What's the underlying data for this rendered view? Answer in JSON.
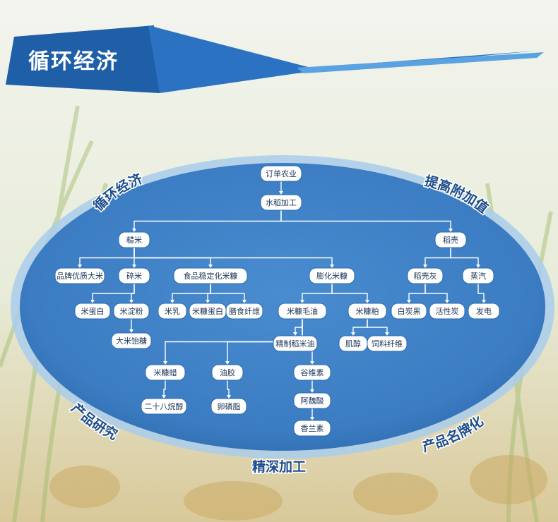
{
  "banner": {
    "title": "循环经济"
  },
  "arc_labels": {
    "top_left": "循环经济",
    "top_right": "提高附加值",
    "bottom_left": "产品研究",
    "bottom_center": "精深加工",
    "bottom_right": "产品名牌化"
  },
  "nodes": [
    {
      "id": "n1",
      "label": "订单农业"
    },
    {
      "id": "n2",
      "label": "水稻加工"
    },
    {
      "id": "n3",
      "label": "糙米"
    },
    {
      "id": "n4",
      "label": "稻壳"
    },
    {
      "id": "n5",
      "label": "品牌优质大米"
    },
    {
      "id": "n6",
      "label": "碎米"
    },
    {
      "id": "n7",
      "label": "食品稳定化米糠"
    },
    {
      "id": "n8",
      "label": "膨化米糠"
    },
    {
      "id": "n9",
      "label": "稻壳灰"
    },
    {
      "id": "n10",
      "label": "蒸汽"
    },
    {
      "id": "n11",
      "label": "米蛋白"
    },
    {
      "id": "n12",
      "label": "米淀粉"
    },
    {
      "id": "n13",
      "label": "米乳"
    },
    {
      "id": "n14",
      "label": "米糠蛋白"
    },
    {
      "id": "n15",
      "label": "膳食纤维"
    },
    {
      "id": "n16",
      "label": "米糠毛油"
    },
    {
      "id": "n17",
      "label": "米糠粕"
    },
    {
      "id": "n18",
      "label": "白炭黑"
    },
    {
      "id": "n19",
      "label": "活性炭"
    },
    {
      "id": "n20",
      "label": "发电"
    },
    {
      "id": "n21",
      "label": "大米饴糖"
    },
    {
      "id": "n22",
      "label": "精制稻米油"
    },
    {
      "id": "n23",
      "label": "肌醇"
    },
    {
      "id": "n24",
      "label": "饲料纤维"
    },
    {
      "id": "n25",
      "label": "米糠蜡"
    },
    {
      "id": "n26",
      "label": "油胶"
    },
    {
      "id": "n27",
      "label": "谷维素"
    },
    {
      "id": "n28",
      "label": "二十八烷醇"
    },
    {
      "id": "n29",
      "label": "卵磷脂"
    },
    {
      "id": "n30",
      "label": "阿魏酸"
    },
    {
      "id": "n31",
      "label": "香兰素"
    }
  ],
  "edges": [
    [
      "n1",
      "n2"
    ],
    [
      "n2",
      "n3"
    ],
    [
      "n2",
      "n4"
    ],
    [
      "n3",
      "n5"
    ],
    [
      "n3",
      "n6"
    ],
    [
      "n3",
      "n7"
    ],
    [
      "n3",
      "n8"
    ],
    [
      "n4",
      "n9"
    ],
    [
      "n4",
      "n10"
    ],
    [
      "n6",
      "n11"
    ],
    [
      "n6",
      "n12"
    ],
    [
      "n7",
      "n13"
    ],
    [
      "n7",
      "n14"
    ],
    [
      "n7",
      "n15"
    ],
    [
      "n8",
      "n16"
    ],
    [
      "n8",
      "n17"
    ],
    [
      "n9",
      "n18"
    ],
    [
      "n9",
      "n19"
    ],
    [
      "n10",
      "n20"
    ],
    [
      "n12",
      "n21"
    ],
    [
      "n16",
      "n22"
    ],
    [
      "n17",
      "n23"
    ],
    [
      "n17",
      "n24"
    ],
    [
      "n16",
      "n25"
    ],
    [
      "n16",
      "n26"
    ],
    [
      "n16",
      "n27"
    ],
    [
      "n25",
      "n28"
    ],
    [
      "n26",
      "n29"
    ],
    [
      "n27",
      "n30"
    ],
    [
      "n30",
      "n31"
    ]
  ],
  "colors": {
    "ellipse_fill": "#3d7fc4",
    "ellipse_rim": "#8fc0e8",
    "node_border": "#2a6bb0",
    "banner": "#1f5fa8",
    "text_blue": "#1e4d8c"
  }
}
